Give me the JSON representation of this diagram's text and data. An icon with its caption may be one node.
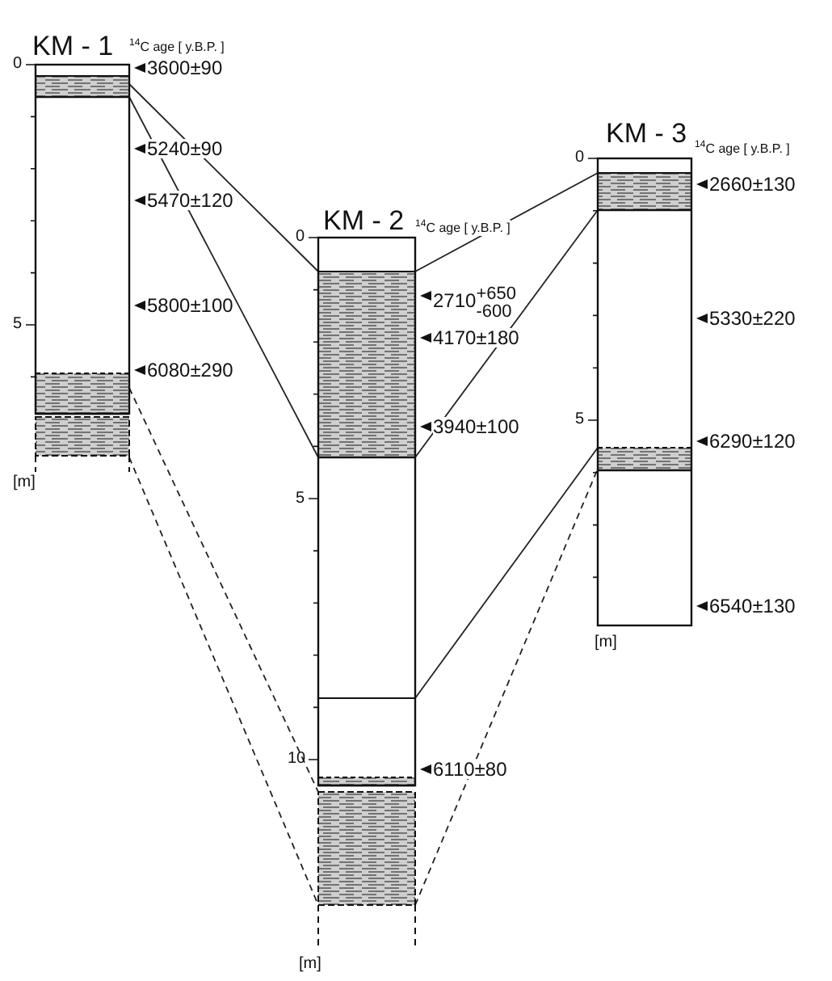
{
  "diagram": {
    "nodes": [
      {
        "text": [
          "KM - 1",
          "$^{14}$C age [ y.B.P. ]"
        ]
      },
      {
        "text": [
          "KM - 2",
          "$^{14}$C age [ y.B.P. ]"
        ]
      },
      {
        "text": [
          "KM - 3",
          "$^{14}$C age [ y.B.P. ]"
        ]
      }
    ],
    "edges": [
      {
        "from": 0,
        "to": 1,
        "arrow": "none"
      },
      {
        "from": 0,
        "to": 1,
        "arrow": "none"
      },
      {
        "from": 0,
        "to": 1,
        "arrow": "none",
        "style": "dashed"
      },
      {
        "from": 0,
        "to": 1,
        "arrow": "none",
        "style": "dashed"
      },
      {
        "from": 1,
        "to": 2,
        "arrow": "none"
      },
      {
        "from": 1,
        "to": 2,
        "arrow": "none"
      },
      {
        "from": 1,
        "to": 2,
        "arrow": "none"
      },
      {
        "from": 1,
        "to": 2,
        "arrow": "none",
        "style": "dashed"
      }
    ],
    "labels": [
      "0",
      "5",
      "3600±90",
      "5240±90",
      "5470±120",
      "5800±100",
      "6080±290",
      "[m]",
      "0",
      "5",
      "10",
      "2710$^{+650}$$_{-600}$",
      "4170±180",
      "3940±100",
      "6110±80",
      "[m]",
      "0",
      "5",
      "2660±130",
      "5330±220",
      "6290±120",
      "6540±130",
      "[m]"
    ]
  }
}
